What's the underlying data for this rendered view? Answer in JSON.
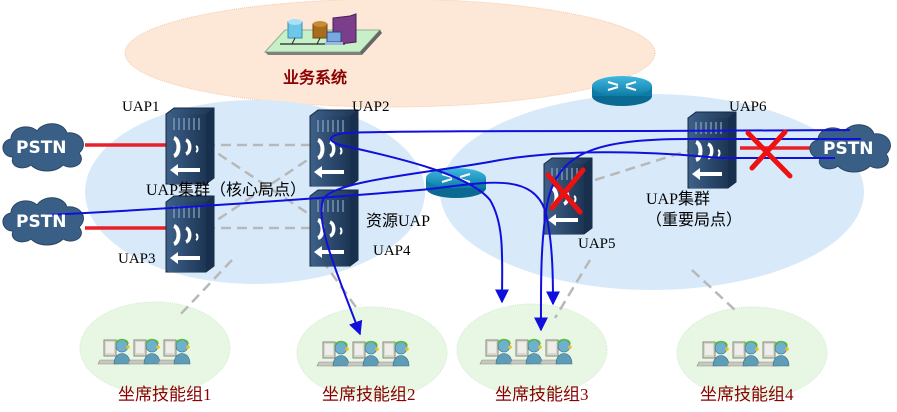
{
  "title": "UAP集群组网示意",
  "business_system": {
    "label": "业务系统",
    "icon": "server-database-icon"
  },
  "core_cluster": {
    "label": "UAP集群（核心局点）"
  },
  "important_cluster": {
    "label_line1": "UAP集群",
    "label_line2": "（重要局点）"
  },
  "resource_uap": {
    "label": "资源UAP"
  },
  "uaps": [
    {
      "id": "UAP1",
      "label": "UAP1",
      "status": "normal"
    },
    {
      "id": "UAP2",
      "label": "UAP2",
      "status": "normal"
    },
    {
      "id": "UAP3",
      "label": "UAP3",
      "status": "normal"
    },
    {
      "id": "UAP4",
      "label": "UAP4",
      "status": "normal"
    },
    {
      "id": "UAP5",
      "label": "UAP5",
      "status": "failed"
    },
    {
      "id": "UAP6",
      "label": "UAP6",
      "status": "normal"
    }
  ],
  "pstn": [
    {
      "label": "PSTN",
      "connects_to": "UAP1"
    },
    {
      "label": "PSTN",
      "connects_to": "UAP3"
    },
    {
      "label": "PSTN",
      "connects_to": "UAP6",
      "link_status": "failed"
    }
  ],
  "agent_groups": [
    {
      "label": "坐席技能组1"
    },
    {
      "label": "坐席技能组2"
    },
    {
      "label": "坐席技能组3"
    },
    {
      "label": "坐席技能组4"
    }
  ],
  "colors": {
    "pstn_link": "#e8202a",
    "call_route": "#1010dd",
    "failure_mark": "#ee1111",
    "cluster_bg": "#d6e9fa",
    "business_bg": "#fde8d8",
    "agent_bg": "#e8f7e4",
    "label_red": "#8b0000"
  }
}
